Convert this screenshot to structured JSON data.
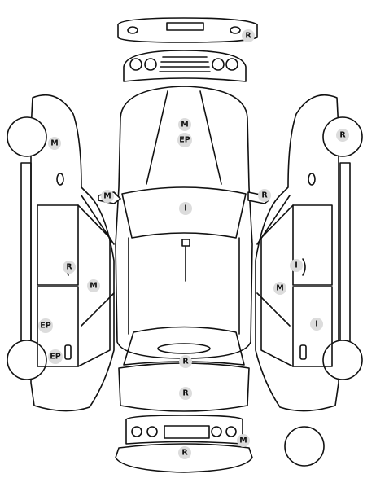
{
  "markers": {
    "rear_bumper": "R",
    "hood_top": "M",
    "hood_bottom": "EP",
    "left_wheel_front": "M",
    "right_wheel_front": "R",
    "left_mirror": "M",
    "right_mirror": "R",
    "windshield": "I",
    "left_front_door": "R",
    "left_pillar": "M",
    "right_front_door": "I",
    "right_pillar": "M",
    "left_rear_door": "EP",
    "left_rear_wheel": "EP",
    "right_rear_door": "I",
    "rear_window": "R",
    "trunk": "R",
    "front_bumper_bottom": "R",
    "front_bumper_right": "M"
  },
  "colors": {
    "stroke": "#111111",
    "badge": "#dcdcdc"
  }
}
